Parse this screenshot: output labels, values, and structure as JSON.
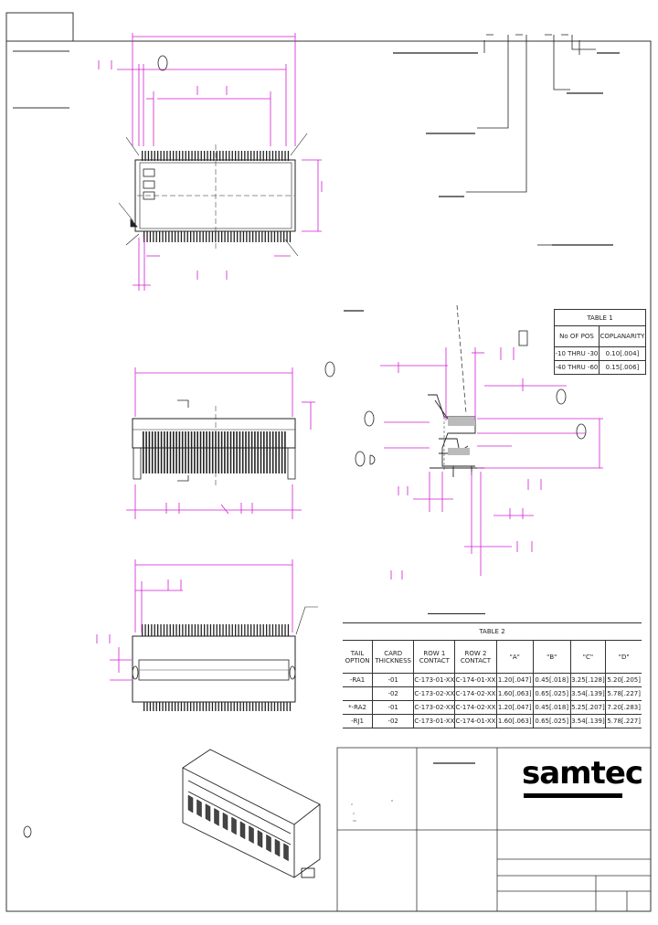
{
  "table1": {
    "title": "TABLE 1",
    "headers": [
      "No OF POS",
      "COPLANARITY"
    ],
    "rows": [
      [
        "-10 THRU -30",
        "0.10[.004]"
      ],
      [
        "-40 THRU -60",
        "0.15[.006]"
      ]
    ]
  },
  "table2": {
    "title": "TABLE 2",
    "headers": [
      "TAIL OPTION",
      "CARD THICKNESS",
      "ROW 1 CONTACT",
      "ROW 2 CONTACT",
      "\"A\"",
      "\"B\"",
      "\"C\"",
      "\"D\""
    ],
    "rows": [
      [
        "-RA1",
        "-01",
        "C-173-01-XX",
        "C-174-01-XX",
        "1.20[.047]",
        "0.45[.018]",
        "3.25[.128]",
        "5.20[.205]"
      ],
      [
        "",
        "-02",
        "C-173-02-XX",
        "C-174-02-XX",
        "1.60[.063]",
        "0.65[.025]",
        "3.54[.139]",
        "5.78[.227]"
      ],
      [
        "*-RA2",
        "-01",
        "C-173-02-XX",
        "C-174-02-XX",
        "1.20[.047]",
        "0.45[.018]",
        "5.25[.207]",
        "7.20[.283]"
      ],
      [
        "-RJ1",
        "-02",
        "C-173-01-XX",
        "C-174-01-XX",
        "1.60[.063]",
        "0.65[.025]",
        "3.54[.139]",
        "5.78[.227]"
      ]
    ]
  },
  "title_block": {
    "logo": "samtec"
  },
  "colors": {
    "dimension": "#d11fd1",
    "line": "#222222"
  }
}
